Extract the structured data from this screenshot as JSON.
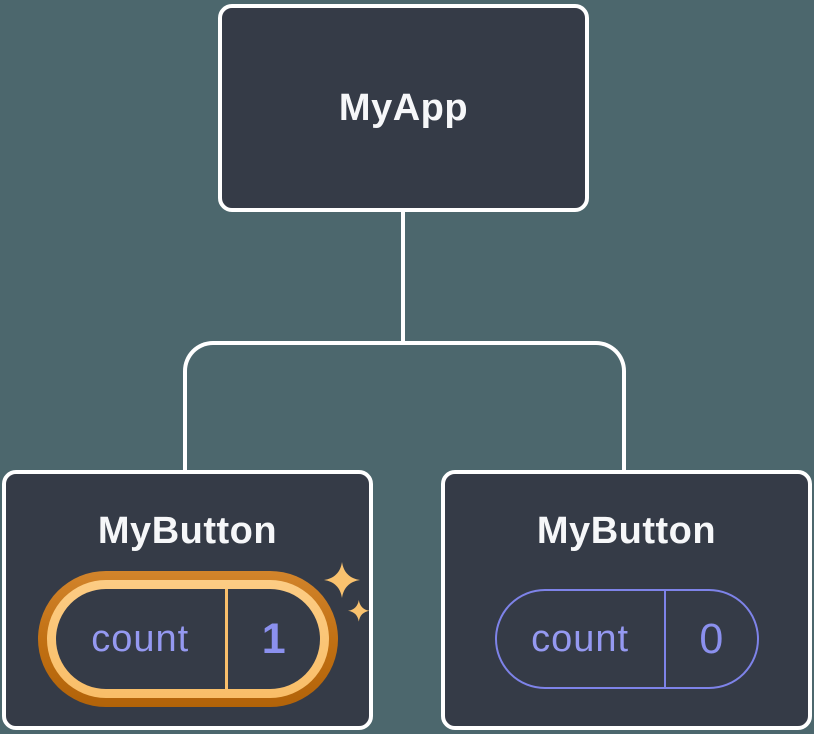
{
  "diagram": {
    "type": "component-tree",
    "root": {
      "label": "MyApp"
    },
    "children": [
      {
        "label": "MyButton",
        "state": {
          "name": "count",
          "value": "1"
        },
        "highlighted": true,
        "icon": "sparkles-icon"
      },
      {
        "label": "MyButton",
        "state": {
          "name": "count",
          "value": "0"
        },
        "highlighted": false
      }
    ]
  },
  "palette": {
    "background": "#4C676D",
    "card_background": "#353B47",
    "card_border": "#FFFFFF",
    "connector": "#FFFFFF",
    "title_text": "#F6F7F9",
    "state_name_text": "#9599F1",
    "state_value_text": "#8B90EE",
    "pill_border_purple": "#7E83E9",
    "highlight_ring_outer_top": "#D2842B",
    "highlight_ring_outer_bottom": "#B26309",
    "highlight_ring_inner": "#F9BE68",
    "highlight_divider": "#F9BF6B",
    "sparkle": "#F9C26F"
  }
}
